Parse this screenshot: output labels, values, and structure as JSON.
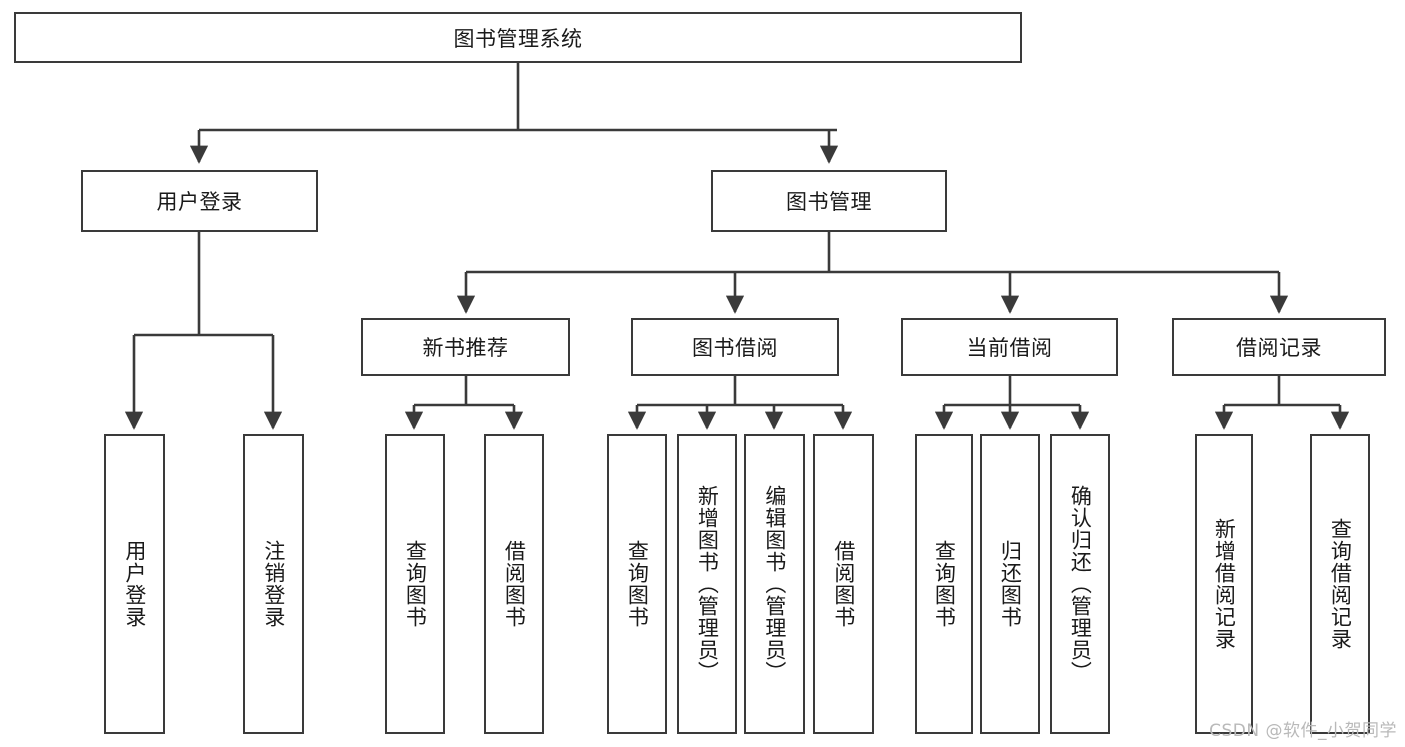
{
  "diagram": {
    "type": "tree-hierarchy",
    "title": "图书管理系统",
    "orientation": "top-down",
    "colors": {
      "box_border": "#3a3a3a",
      "box_fill": "#ffffff",
      "edge": "#3a3a3a",
      "text": "#1a1a1a",
      "watermark": "#b9b9b9",
      "background": "#ffffff"
    }
  },
  "watermark": {
    "text": "CSDN @软件_小贺同学"
  },
  "nodes": {
    "root": {
      "label": "图书管理系统"
    },
    "level2": [
      {
        "id": "user-login",
        "label": "用户登录"
      },
      {
        "id": "book-manage",
        "label": "图书管理"
      }
    ],
    "level3": [
      {
        "id": "new-book-rec",
        "label": "新书推荐"
      },
      {
        "id": "book-borrow",
        "label": "图书借阅"
      },
      {
        "id": "current-borrow",
        "label": "当前借阅"
      },
      {
        "id": "borrow-record",
        "label": "借阅记录"
      }
    ],
    "leaves": {
      "user_login": [
        {
          "id": "leaf-user-login",
          "label": "用户登录"
        },
        {
          "id": "leaf-logout",
          "label": "注销登录"
        }
      ],
      "new_book_rec": [
        {
          "id": "leaf-query-book-1",
          "label": "查询图书"
        },
        {
          "id": "leaf-borrow-book-1",
          "label": "借阅图书"
        }
      ],
      "book_borrow": [
        {
          "id": "leaf-query-book-2",
          "label": "查询图书"
        },
        {
          "id": "leaf-add-book",
          "label": "新增图书（管理员）"
        },
        {
          "id": "leaf-edit-book",
          "label": "编辑图书（管理员）"
        },
        {
          "id": "leaf-borrow-book-2",
          "label": "借阅图书"
        }
      ],
      "current_borrow": [
        {
          "id": "leaf-query-book-3",
          "label": "查询图书"
        },
        {
          "id": "leaf-return-book",
          "label": "归还图书"
        },
        {
          "id": "leaf-confirm-return",
          "label": "确认归还（管理员）"
        }
      ],
      "borrow_record": [
        {
          "id": "leaf-add-record",
          "label": "新增借阅记录"
        },
        {
          "id": "leaf-query-record",
          "label": "查询借阅记录"
        }
      ]
    }
  }
}
